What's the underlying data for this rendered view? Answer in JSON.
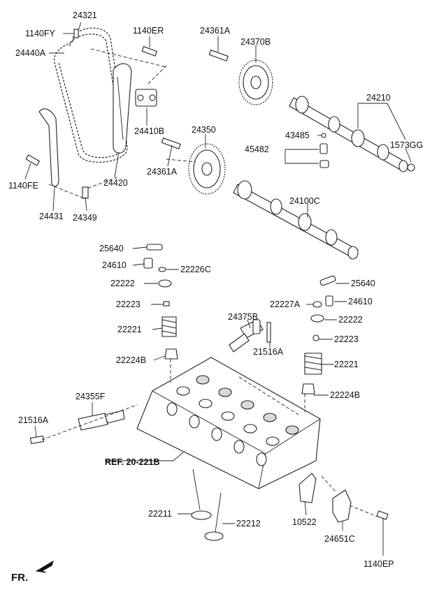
{
  "labels": {
    "p24321": "24321",
    "p1140FY": "1140FY",
    "p24440A": "24440A",
    "p1140ER": "1140ER",
    "p24361A_top": "24361A",
    "p24370B": "24370B",
    "p24210": "24210",
    "p24410B": "24410B",
    "p24350": "24350",
    "p43485": "43485",
    "p45482": "45482",
    "p1573GG": "1573GG",
    "p24361A_mid": "24361A",
    "p1140FE": "1140FE",
    "p24420": "24420",
    "p24431": "24431",
    "p24349": "24349",
    "p24100C": "24100C",
    "p25640_left": "25640",
    "p24610_left": "24610",
    "p22226C": "22226C",
    "p22222_left": "22222",
    "p25640_right": "25640",
    "p22223_left": "22223",
    "p22227A": "22227A",
    "p24610_right": "24610",
    "p22222_right": "22222",
    "p24375B": "24375B",
    "p22221_left": "22221",
    "p22223_right": "22223",
    "p21516A_mid": "21516A",
    "p22224B_left": "22224B",
    "p22221_right": "22221",
    "p24355F": "24355F",
    "p22224B_right": "22224B",
    "p21516A_left": "21516A",
    "p22211": "22211",
    "p22212": "22212",
    "p10522": "10522",
    "p24651C": "24651C",
    "p1140EP": "1140EP"
  },
  "reference": {
    "text": "REF. 20-221B"
  },
  "orientation": {
    "text": "FR."
  },
  "icons": {
    "front_arrow": "arrow-down-left-icon"
  }
}
